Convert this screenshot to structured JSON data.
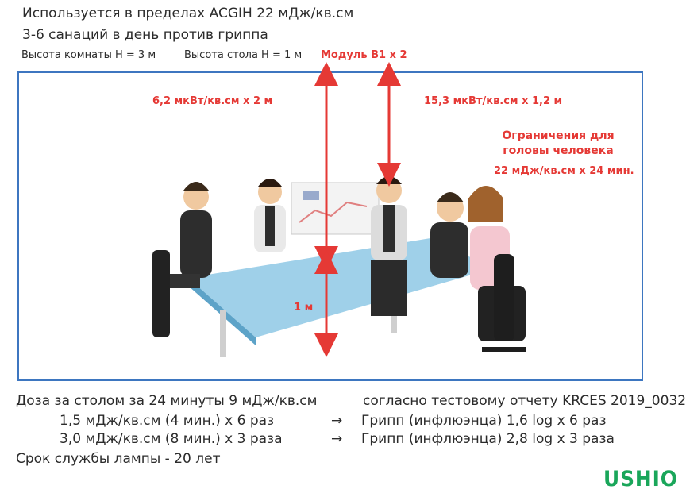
{
  "header": {
    "line1": "Используется в пределах ACGIH 22 мДж/кв.см",
    "line2": "3-6 санаций в день против гриппа",
    "room_height": "Высота комнаты H = 3 м",
    "table_height": "Высота стола H = 1 м",
    "module": "Модуль B1 x 2"
  },
  "diagram": {
    "left_label": "6,2 мкВт/кв.см x 2 м",
    "right_label": "15,3 мкВт/кв.см x 1,2 м",
    "limit_title_1": "Ограничения для",
    "limit_title_2": "головы человека",
    "limit_value": "22 мДж/кв.см x 24 мин.",
    "table_label": "1 м"
  },
  "footer": {
    "dose": "Доза за столом за 24 минуты 9 мДж/кв.см",
    "report": "согласно тестовому отчету KRCES 2019_0032",
    "row1_left": "1,5 мДж/кв.см (4 мин.) x 6 раз",
    "row1_right": "Грипп (инфлюэнца) 1,6 log x 6 раз",
    "row2_left": "3,0 мДж/кв.см (8 мин.) x 3 раза",
    "row2_right": "Грипп (инфлюэнца) 2,8 log  x 3 раза",
    "arrow": "→",
    "lifetime": "Срок службы лампы - 20 лет"
  },
  "brand": {
    "logo": "USHIO"
  },
  "colors": {
    "accent_red": "#e53935",
    "frame_blue": "#3d76c0",
    "logo_green": "#1aa65a"
  }
}
